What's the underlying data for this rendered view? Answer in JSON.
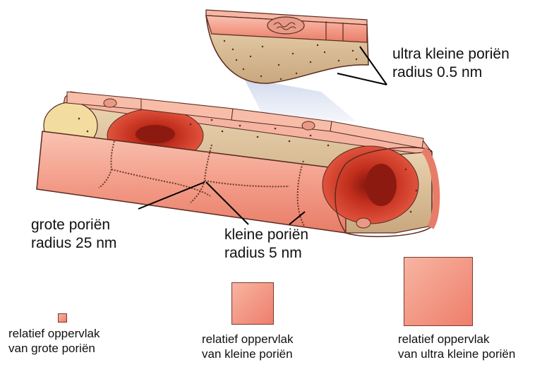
{
  "labels": {
    "ultra_line1": "ultra kleine poriën",
    "ultra_line2": "radius 0.5 nm",
    "large_line1": "grote poriën",
    "large_line2": "radius 25 nm",
    "small_line1": "kleine poriën",
    "small_line2": "radius 5 nm"
  },
  "captions": {
    "large_line1": "relatief oppervlak",
    "large_line2": "van grote poriën",
    "small_line1": "relatief oppervlak",
    "small_line2": "van kleine poriën",
    "ultra_line1": "relatief oppervlak",
    "ultra_line2": "van ultra kleine poriën"
  },
  "colors": {
    "wall": "#f4a08e",
    "wall_dark": "#d9735f",
    "interior": "#dcc09a",
    "rbc": "#c8321f",
    "outline": "#5a2a20"
  }
}
